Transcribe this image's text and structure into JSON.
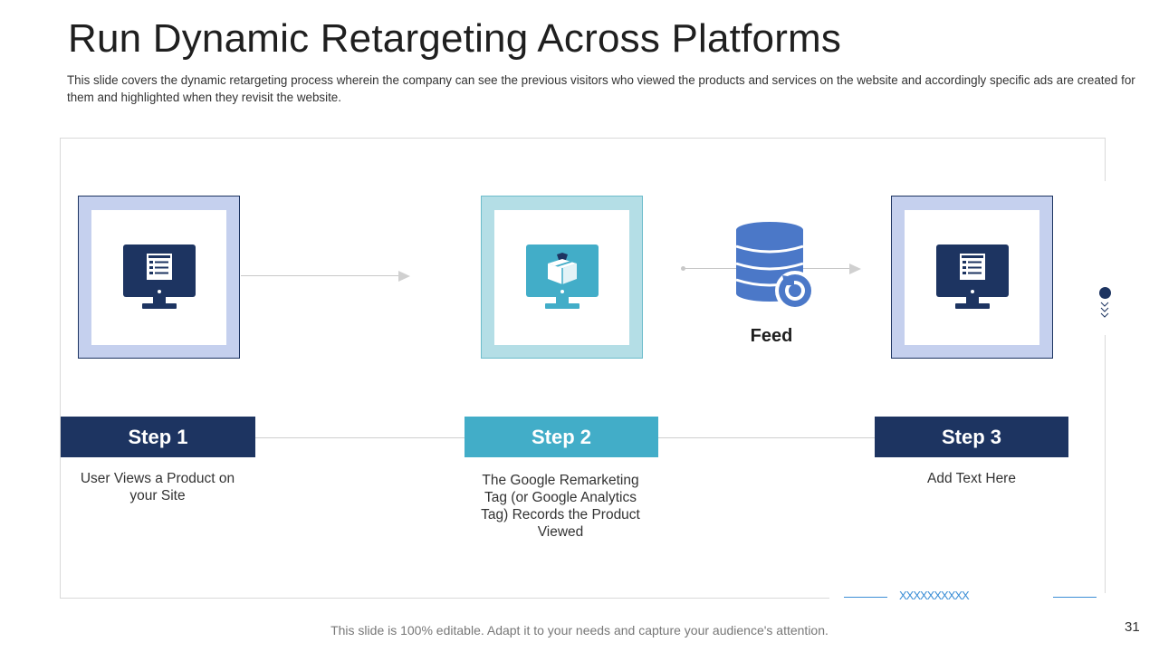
{
  "slide": {
    "title": "Run Dynamic Retargeting Across Platforms",
    "subtitle": "This slide covers the dynamic retargeting process wherein the company can see the previous visitors who viewed the products and services on the website and accordingly specific ads are created for them and highlighted when they revisit the website.",
    "footer": "This slide is 100% editable. Adapt it to your needs and capture your audience's attention.",
    "page_number": "31"
  },
  "feed": {
    "label": "Feed",
    "icon": "database-refresh-icon"
  },
  "steps": [
    {
      "label": "Step 1",
      "description": "User Views a Product on your Site",
      "icon": "monitor-webpage-icon",
      "color": "#1d3461"
    },
    {
      "label": "Step 2",
      "description": "The Google Remarketing Tag (or Google Analytics Tag) Records the Product Viewed",
      "icon": "monitor-product-box-icon",
      "color": "#42adc8"
    },
    {
      "label": "Step 3",
      "description": "Add Text Here",
      "icon": "monitor-webpage-icon",
      "color": "#1d3461"
    }
  ],
  "decoration": {
    "pattern": "XXXXXXXXXX"
  },
  "colors": {
    "navy": "#1d3461",
    "teal": "#42adc8",
    "blue": "#4b78c8",
    "accent_line": "#3d8fd6"
  }
}
